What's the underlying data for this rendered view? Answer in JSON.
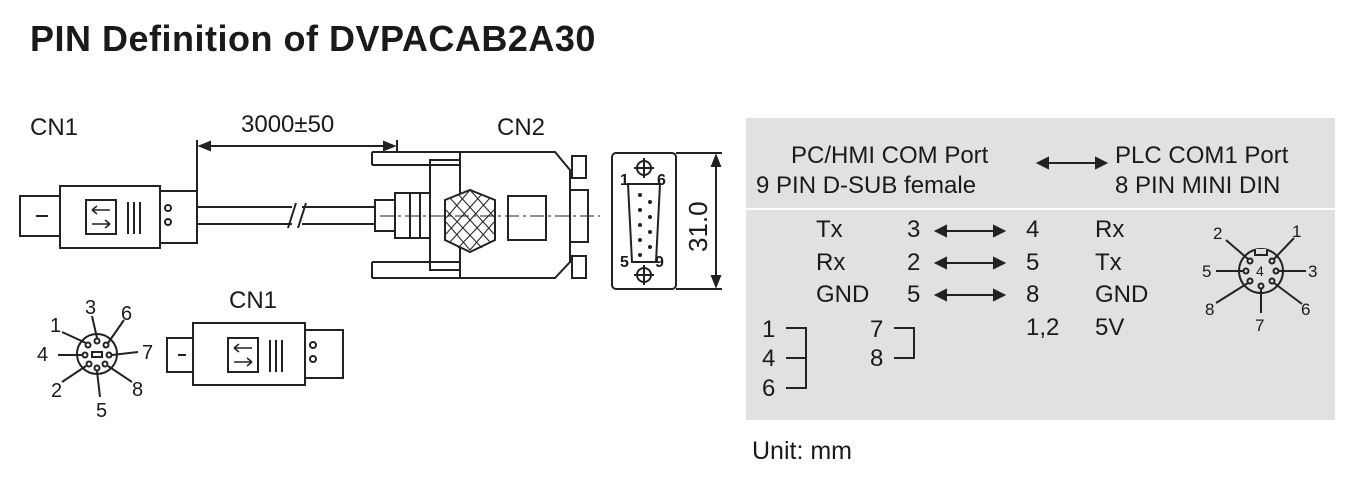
{
  "title": "PIN Definition of DVPACAB2A30",
  "cable": {
    "cn1_label": "CN1",
    "cn2_label": "CN2",
    "length_label": "3000±50",
    "height_label": "31.0",
    "dsub_pins": [
      "1",
      "6",
      "5",
      "9"
    ]
  },
  "cn1_pinout": {
    "label": "CN1",
    "pins": [
      "1",
      "2",
      "3",
      "4",
      "5",
      "6",
      "7",
      "8"
    ]
  },
  "table": {
    "left_header": {
      "line1": "PC/HMI COM Port",
      "line2": "9 PIN D-SUB female"
    },
    "right_header": {
      "line1": "PLC COM1 Port",
      "line2": "8 PIN MINI DIN"
    },
    "rows": [
      {
        "left_signal": "Tx",
        "left_pin": "3",
        "right_pin": "4",
        "right_signal": "Rx"
      },
      {
        "left_signal": "Rx",
        "left_pin": "2",
        "right_pin": "5",
        "right_signal": "Tx"
      },
      {
        "left_signal": "GND",
        "left_pin": "5",
        "right_pin": "8",
        "right_signal": "GND"
      }
    ],
    "power": {
      "pins": "1,2",
      "signal": "5V"
    },
    "bridge_a": [
      "1",
      "4",
      "6"
    ],
    "bridge_b": [
      "7",
      "8"
    ],
    "mini_din_pins": [
      "1",
      "2",
      "3",
      "4",
      "5",
      "6",
      "7",
      "8"
    ]
  },
  "unit_label": "Unit: mm"
}
